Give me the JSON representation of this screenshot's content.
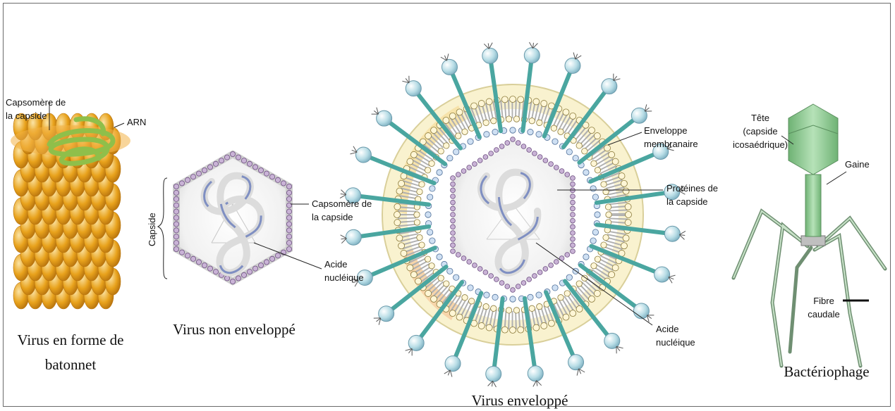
{
  "diagram": {
    "rod": {
      "title_line1": "Virus en forme de",
      "title_line2": "batonnet",
      "capsomere_line1": "Capsomère de",
      "capsomere_line2": "la capside",
      "arn": "ARN"
    },
    "naked": {
      "title": "Virus non enveloppé",
      "capside": "Capside",
      "capsomere_line1": "Capsomère de",
      "capsomere_line2": "la capside",
      "acide_line1": "Acide",
      "acide_line2": "nucléique"
    },
    "enveloped": {
      "title": "Virus enveloppé",
      "enveloppe_line1": "Enveloppe",
      "enveloppe_line2": "membranaire",
      "proteines_line1": "Protéines de",
      "proteines_line2": "la capside",
      "acide_line1": "Acide",
      "acide_line2": "nucléique"
    },
    "phage": {
      "title": "Bactériophage",
      "tete_line1": "Tête",
      "tete_line2": "(capside",
      "tete_line3": "icosaédrique)",
      "gaine": "Gaine",
      "fibre_line1": "Fibre",
      "fibre_line2": "caudale"
    }
  },
  "colors": {
    "rod_capsomere": "#e8a21c",
    "rna_helix": "#8fbf4a",
    "capsomere_bead": "#8a6a9a",
    "spike": "#4aa6a0",
    "spike_head": "#b8dde6",
    "envelope_yellow": "#f4e6a8",
    "phage_green": "#8cc98f"
  }
}
